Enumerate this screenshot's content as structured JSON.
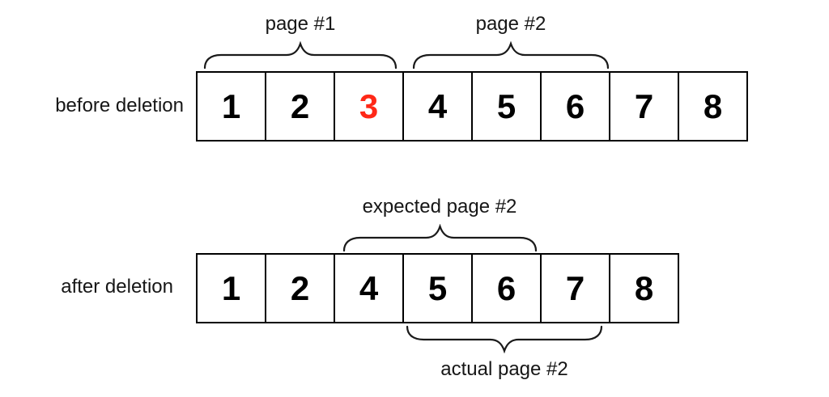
{
  "title": "page deletion pagination diagram",
  "colors": {
    "background": "#ffffff",
    "line": "#000000",
    "highlight": "#ff2817"
  },
  "before": {
    "row_label": "before deletion",
    "cells": [
      "1",
      "2",
      "3",
      "4",
      "5",
      "6",
      "7",
      "8"
    ],
    "highlight_value": "3",
    "highlight_style": "color:#ff2817",
    "brace1": {
      "label": "page #1"
    },
    "brace2": {
      "label": "page #2"
    }
  },
  "after": {
    "row_label": "after deletion",
    "cells": [
      "1",
      "2",
      "4",
      "5",
      "6",
      "7",
      "8"
    ],
    "brace_expected": {
      "label": "expected page #2"
    },
    "brace_actual": {
      "label": "actual page #2"
    }
  }
}
